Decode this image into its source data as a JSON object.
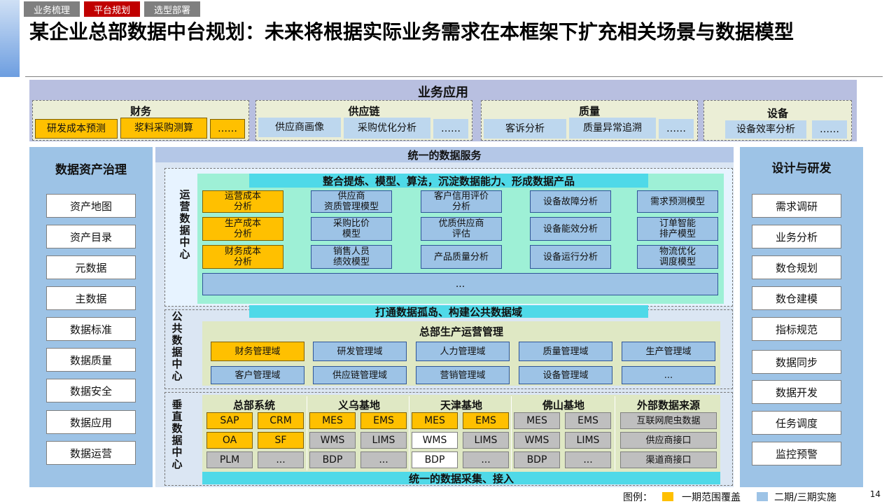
{
  "tabs": [
    "业务梳理",
    "平台规划",
    "选型部署"
  ],
  "title": "某企业总部数据中台规划：未来将根据实际业务需求在本框架下扩充相关场景与数据模型",
  "biz_app": {
    "title": "业务应用",
    "categories": [
      {
        "name": "财务",
        "items": [
          "研发成本预测",
          "浆料采购测算",
          "……"
        ]
      },
      {
        "name": "供应链",
        "items": [
          "供应商画像",
          "采购优化分析",
          "……"
        ]
      },
      {
        "name": "质量",
        "items": [
          "客诉分析",
          "质量异常追溯",
          "……"
        ]
      },
      {
        "name": "设备",
        "items": [
          "设备效率分析",
          "……"
        ]
      }
    ]
  },
  "left": {
    "title": "数据资产治理",
    "items": [
      "资产地图",
      "资产目录",
      "元数据",
      "主数据",
      "数据标准",
      "数据质量",
      "数据安全",
      "数据应用",
      "数据运营"
    ]
  },
  "right": {
    "title": "设计与研发",
    "items": [
      "需求调研",
      "业务分析",
      "数仓规划",
      "数仓建模",
      "指标规范",
      "数据同步",
      "数据开发",
      "任务调度",
      "监控预警"
    ]
  },
  "service": "统一的数据服务",
  "ops": {
    "label": "运营数据中心",
    "banner": "整合提炼、模型、算法，沉淀数据能力、形成数据产品",
    "grid": [
      [
        "运营成本\n分析",
        "供应商\n资质管理模型",
        "客户信用评价\n分析",
        "设备故障分析",
        "需求预测模型"
      ],
      [
        "生产成本\n分析",
        "采购比价\n模型",
        "优质供应商\n评估",
        "设备能效分析",
        "订单智能\n排产模型"
      ],
      [
        "财务成本\n分析",
        "销售人员\n绩效模型",
        "产品质量分析",
        "设备运行分析",
        "物流优化\n调度模型"
      ]
    ],
    "more": "..."
  },
  "public": {
    "label": "公共数据中心",
    "banner": "打通数据孤岛、构建公共数据域",
    "title": "总部生产运营管理",
    "row1": [
      "财务管理域",
      "研发管理域",
      "人力管理域",
      "质量管理域",
      "生产管理域"
    ],
    "row2": [
      "客户管理域",
      "供应链管理域",
      "营销管理域",
      "设备管理域",
      "..."
    ]
  },
  "vertical": {
    "label": "垂直数据中心",
    "banner": "统一的数据采集、接入",
    "groups": [
      {
        "name": "总部系统",
        "cells": [
          "SAP",
          "CRM",
          "OA",
          "SF",
          "PLM",
          "..."
        ]
      },
      {
        "name": "义乌基地",
        "cells": [
          "MES",
          "EMS",
          "WMS",
          "LIMS",
          "BDP",
          "..."
        ]
      },
      {
        "name": "天津基地",
        "cells": [
          "MES",
          "EMS",
          "WMS",
          "LIMS",
          "BDP",
          "..."
        ]
      },
      {
        "name": "佛山基地",
        "cells": [
          "MES",
          "EMS",
          "WMS",
          "LIMS",
          "BDP",
          "..."
        ]
      },
      {
        "name": "外部数据来源",
        "cells": [
          "互联网爬虫数据",
          "供应商接口",
          "渠道商接口"
        ]
      }
    ]
  },
  "legend": {
    "label": "图例：",
    "phase1": "一期范围覆盖",
    "phase23": "二期/三期实施"
  },
  "page_number": "14",
  "colors": {
    "phase1": "#ffc000",
    "phase23": "#9dc3e6"
  }
}
